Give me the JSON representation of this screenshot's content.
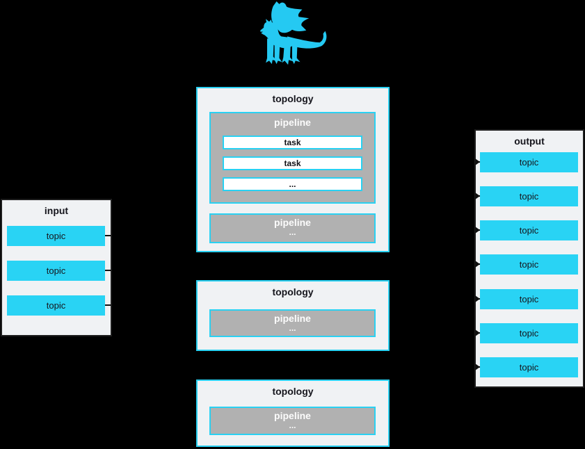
{
  "colors": {
    "background": "#000000",
    "accent_cyan": "#29d1f2",
    "dragon_cyan": "#25c9f2",
    "panel_background": "#f0f2f4",
    "pipeline_gray": "#b1b1b1",
    "task_white": "#ffffff",
    "dark_border": "#1e1e1e",
    "connector_black": "#101010"
  },
  "logo": {
    "icon": "dragon-icon"
  },
  "input": {
    "title": "input",
    "topics": [
      "topic",
      "topic",
      "topic"
    ]
  },
  "topologies": [
    {
      "title": "topology",
      "pipelines": [
        {
          "title": "pipeline",
          "tasks": [
            "task",
            "task",
            "..."
          ]
        },
        {
          "title": "pipeline",
          "more": "..."
        }
      ]
    },
    {
      "title": "topology",
      "pipelines": [
        {
          "title": "pipeline",
          "more": "..."
        }
      ]
    },
    {
      "title": "topology",
      "pipelines": [
        {
          "title": "pipeline",
          "more": "..."
        }
      ]
    }
  ],
  "output": {
    "title": "output",
    "topics": [
      "topic",
      "topic",
      "topic",
      "topic",
      "topic",
      "topic",
      "topic"
    ]
  }
}
